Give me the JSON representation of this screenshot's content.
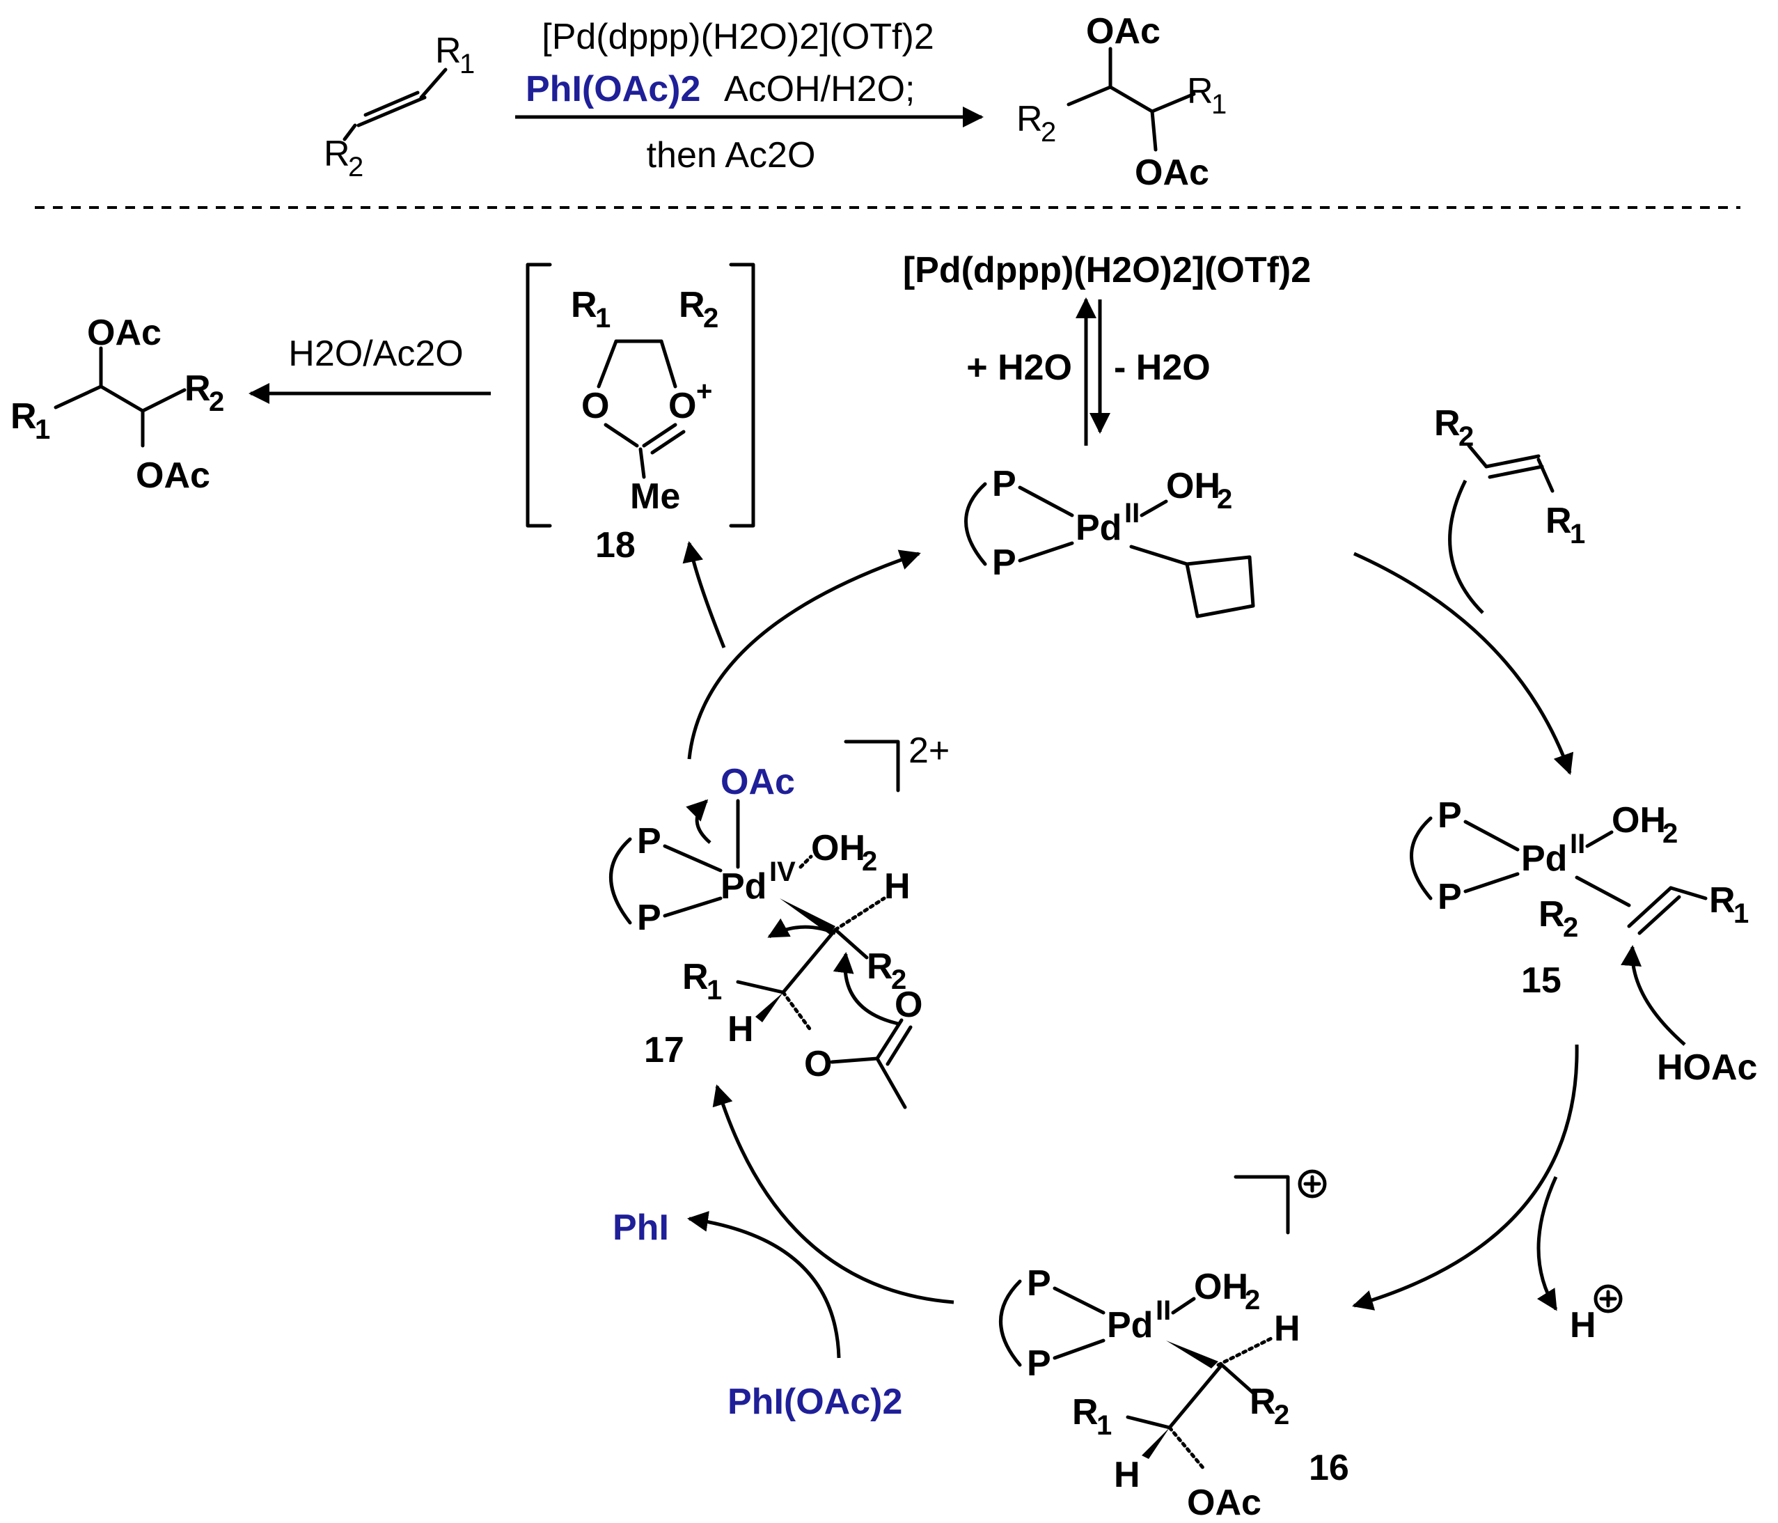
{
  "reaction": {
    "catalyst": "[Pd(dppp)(H2O)2](OTf)2",
    "oxidant": "PhI(OAc)2",
    "solvent": "AcOH/H2O;",
    "workup": "then Ac2O"
  },
  "cycle": {
    "catalyst_precursor": "[Pd(dppp)(H2O)2](OTf)2",
    "plus_water": "+ H2O",
    "minus_water": "- H2O",
    "h2o_ac2o": "H2O/Ac2O",
    "hoac": "HOAc",
    "proton": "H",
    "phi": "PhI",
    "phi_oac2": "PhI(OAc)2",
    "oac_leaving": "OAc",
    "charge_17": "2+",
    "compound_labels": {
      "c15": "15",
      "c16": "16",
      "c17": "17",
      "c18": "18"
    }
  },
  "atoms": {
    "P": "P",
    "Pd": "Pd",
    "H": "H",
    "O": "O",
    "Me": "Me",
    "R1": "R",
    "R2": "R",
    "OAc": "OAc",
    "OH2": "OH",
    "ox_II": "II",
    "ox_IV": "IV"
  },
  "colors": {
    "blue": "#1f1f99",
    "black": "#000000"
  }
}
